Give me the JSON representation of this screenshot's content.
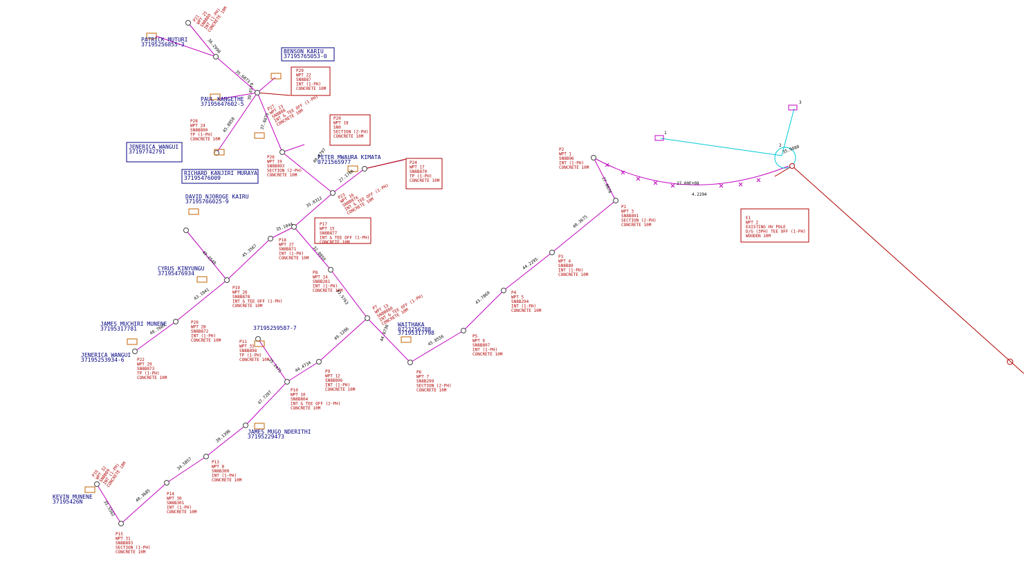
{
  "poles": [
    {
      "id": "P15a",
      "lines": [
        "P16",
        "WPT 32",
        "SN8B89",
        "INT (1-PH)",
        "CONCRETE 10M"
      ]
    },
    {
      "id": "P22a",
      "lines": [
        "P21",
        "WPT 25",
        "SN8B80",
        "INT (1-PH)",
        "CONCRETE 10M"
      ]
    },
    {
      "id": "P29",
      "lines": [
        "P29",
        "WPT 22",
        "SN8B87",
        "INT (1-PH)",
        "CONCRETE 10M"
      ]
    },
    {
      "id": "P27",
      "lines": [
        "P27",
        "WPT 23",
        "SN8B88",
        "INT & TEE OFF (1-PH)",
        "CONCRETE 10M"
      ]
    },
    {
      "id": "P28",
      "lines": [
        "P28",
        "WPT 24",
        "SN8B890",
        "TP (1-PH)",
        "CONCRETE 10M"
      ]
    },
    {
      "id": "P20",
      "lines": [
        "P20",
        "WPT 18",
        "SN0",
        "SECTION (2-PH)",
        "CONCRETE 10M"
      ]
    },
    {
      "id": "P26",
      "lines": [
        "P26",
        "WPT 19",
        "SN8B893",
        "SECTION (2-PH)",
        "CONCRETE 10M"
      ]
    },
    {
      "id": "P24",
      "lines": [
        "P24",
        "WPT 17",
        "SN8B870",
        "TP (1-PH)",
        "CONCRETE 10M"
      ]
    },
    {
      "id": "P23",
      "lines": [
        "P23",
        "WPT 16",
        "SN8B876",
        "INT & TEE OFF (1-PH)",
        "CONCRETE 10M"
      ]
    },
    {
      "id": "P17",
      "lines": [
        "P17",
        "WPT 15",
        "SN8B877",
        "INT & TEE OFF (1-PH)",
        "CONCRETE 10M"
      ]
    },
    {
      "id": "P18",
      "lines": [
        "P18",
        "WPT 27",
        "SN8B871",
        "INT (1-PH)",
        "CONCRETE 10M"
      ]
    },
    {
      "id": "P8",
      "lines": [
        "P8",
        "WPT 14",
        "SN8B281",
        "INT (1-PH)",
        "CONCRETE 10M"
      ]
    },
    {
      "id": "P19",
      "lines": [
        "P19",
        "WPT 26",
        "SN8B878",
        "INT & TEE OFF (1-PH)",
        "CONCRETE 10M"
      ]
    },
    {
      "id": "P20b",
      "lines": [
        "P20",
        "WPT 28",
        "SN8B872",
        "INT (1-PH)",
        "CONCRETE 10M"
      ]
    },
    {
      "id": "P22",
      "lines": [
        "P22",
        "WPT 29",
        "SN8B873",
        "TP (1-PH)",
        "CONCRETE 10M"
      ]
    },
    {
      "id": "P7",
      "lines": [
        "P7",
        "WPT 13",
        "SN8B880",
        "INT & TEE OFF (1-PH)",
        "CONCRETE 10M"
      ]
    },
    {
      "id": "P11",
      "lines": [
        "P11",
        "WPT 31",
        "SN8B898",
        "TP (1-PH)",
        "CONCRETE 10M"
      ]
    },
    {
      "id": "P9",
      "lines": [
        "P9",
        "WPT 12",
        "SN8B896",
        "INT (1-PH)",
        "CONCRETE 10M"
      ]
    },
    {
      "id": "P10",
      "lines": [
        "P10",
        "WPT 10",
        "SN8B804",
        "INT & TEE OFF (2-PH)",
        "CONCRETE 10M"
      ]
    },
    {
      "id": "P6",
      "lines": [
        "P6",
        "WPT 7",
        "SN8B299",
        "SECTION (2-PH)",
        "CONCRETE 10M"
      ]
    },
    {
      "id": "P5",
      "lines": [
        "P5",
        "WPT 6",
        "SN8B897",
        "INT (1-PH)",
        "CONCRETE 10M"
      ]
    },
    {
      "id": "P4",
      "lines": [
        "P4",
        "WPT 5",
        "SN8B294",
        "INT (1-PH)",
        "CONCRETE 10M"
      ]
    },
    {
      "id": "P3",
      "lines": [
        "P3",
        "WPT 4",
        "SN8B89",
        "INT (1-PH)",
        "CONCRETE 10M"
      ]
    },
    {
      "id": "P1",
      "lines": [
        "P1",
        "WPT 3",
        "SN8B891",
        "SECTION (2-PH)",
        "CONCRETE 10M"
      ]
    },
    {
      "id": "P2",
      "lines": [
        "P2",
        "WPT 1",
        "SN8B96",
        "INT (1-PH)",
        "CONCRETE 10M"
      ]
    },
    {
      "id": "P13",
      "lines": [
        "P13",
        "WPT 8",
        "SN8B300",
        "INT (1-PH)",
        "CONCRETE 10M"
      ]
    },
    {
      "id": "P14",
      "lines": [
        "P14",
        "WPT 30",
        "SN8B301",
        "INT (1-PH)",
        "CONCRETE 10M"
      ]
    },
    {
      "id": "P15",
      "lines": [
        "P15",
        "WPT 31",
        "SN8B893",
        "SECTION (1-PH)",
        "CONCRETE 10M"
      ]
    },
    {
      "id": "E1",
      "lines": [
        "E1",
        "WPT 2",
        "EXISTING HV POLE",
        "D/G (3PH) TEE OFF (1-PH)",
        "WOODEN 10M"
      ]
    }
  ],
  "customers": [
    {
      "name": "PATRICK MUTURI",
      "acct": "37195256855-3"
    },
    {
      "name": "BENSON KARIU",
      "acct": "37195765053-0"
    },
    {
      "name": "PAUL KANGETHE",
      "acct": "37195647602-5"
    },
    {
      "name": "JENERICA WANGUI",
      "acct": "37197742791"
    },
    {
      "name": "RICHARD KANJIRI MURAYA",
      "acct": "37195476009"
    },
    {
      "name": "PETER MWAURA KIMATA",
      "acct": "0721565977"
    },
    {
      "name": "DAVID NJOROGE KAIRU",
      "acct": "37195766025-9"
    },
    {
      "name": "CYRUS KINYUNGU",
      "acct": "37195476934"
    },
    {
      "name": "JAMES MUCHIRI MUNENE",
      "acct": "37195317781"
    },
    {
      "name": "JENERICA WANGUI",
      "acct": "37195253934-6"
    },
    {
      "name": "",
      "acct": "37195259587-7"
    },
    {
      "name": "WAITHAKA",
      "acct": "0723256788"
    },
    {
      "name": "",
      "acct": "37195317798"
    },
    {
      "name": "JAMES MUGO NDERITHI",
      "acct": "37195229473"
    },
    {
      "name": "KEVIN MUNENE",
      "acct": "37195426N"
    }
  ],
  "segments": [
    "36.2990",
    "35.6873",
    "39.6579",
    "45.8050",
    "37.0875",
    "40.8797",
    "27.1766",
    "35.0312",
    "35.1044",
    "32.8859",
    "43.5763",
    "44.8730",
    "45.8556",
    "43.7869",
    "44.2295",
    "40.3675",
    "27.0076",
    "49.2548",
    "45.3567",
    "43.1941",
    "40.7667",
    "44.4734",
    "49.1206",
    "35.2475",
    "47.7287",
    "39.1396",
    "34.5857",
    "40.3685",
    "35.5502",
    "27.00E+08",
    "4.2294",
    "35.9880"
  ],
  "markers": [
    "1",
    "2",
    "3"
  ],
  "colors": {
    "red": "#b00000",
    "blue": "#000080",
    "magenta": "#c000c0",
    "cyan": "#00c8d8",
    "orange": "#c06000"
  }
}
